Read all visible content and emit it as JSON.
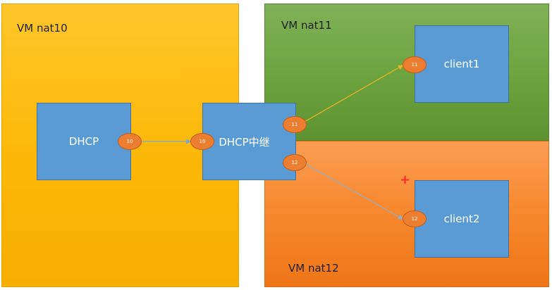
{
  "zones": {
    "nat10": {
      "label": "VM nat10",
      "color": "#fcb809"
    },
    "nat11": {
      "label": "VM nat11",
      "color": "#6da43f"
    },
    "nat12": {
      "label": "VM nat12",
      "color": "#f8892f"
    }
  },
  "hosts": {
    "dhcp": {
      "label": "DHCP"
    },
    "relay": {
      "label": "DHCP中继"
    },
    "client1": {
      "label": "client1"
    },
    "client2": {
      "label": "client2"
    }
  },
  "interfaces": {
    "dhcp_if": {
      "label": "10"
    },
    "relay_if10": {
      "label": "10"
    },
    "relay_if11": {
      "label": "11"
    },
    "relay_if12": {
      "label": "12"
    },
    "client1_if": {
      "label": "11"
    },
    "client2_if": {
      "label": "12"
    }
  },
  "links": [
    {
      "from": "dhcp_if",
      "to": "relay_if10",
      "color": "#7fa7c9"
    },
    {
      "from": "relay_if11",
      "to": "client1_if",
      "color": "#f0b323"
    },
    {
      "from": "relay_if12",
      "to": "client2_if",
      "color": "#8fb0c8"
    }
  ],
  "marker": {
    "symbol": "+",
    "color": "#ff2b2b"
  },
  "colors": {
    "host_fill": "#5b9bd5",
    "iface_fill": "#ed7d31"
  }
}
